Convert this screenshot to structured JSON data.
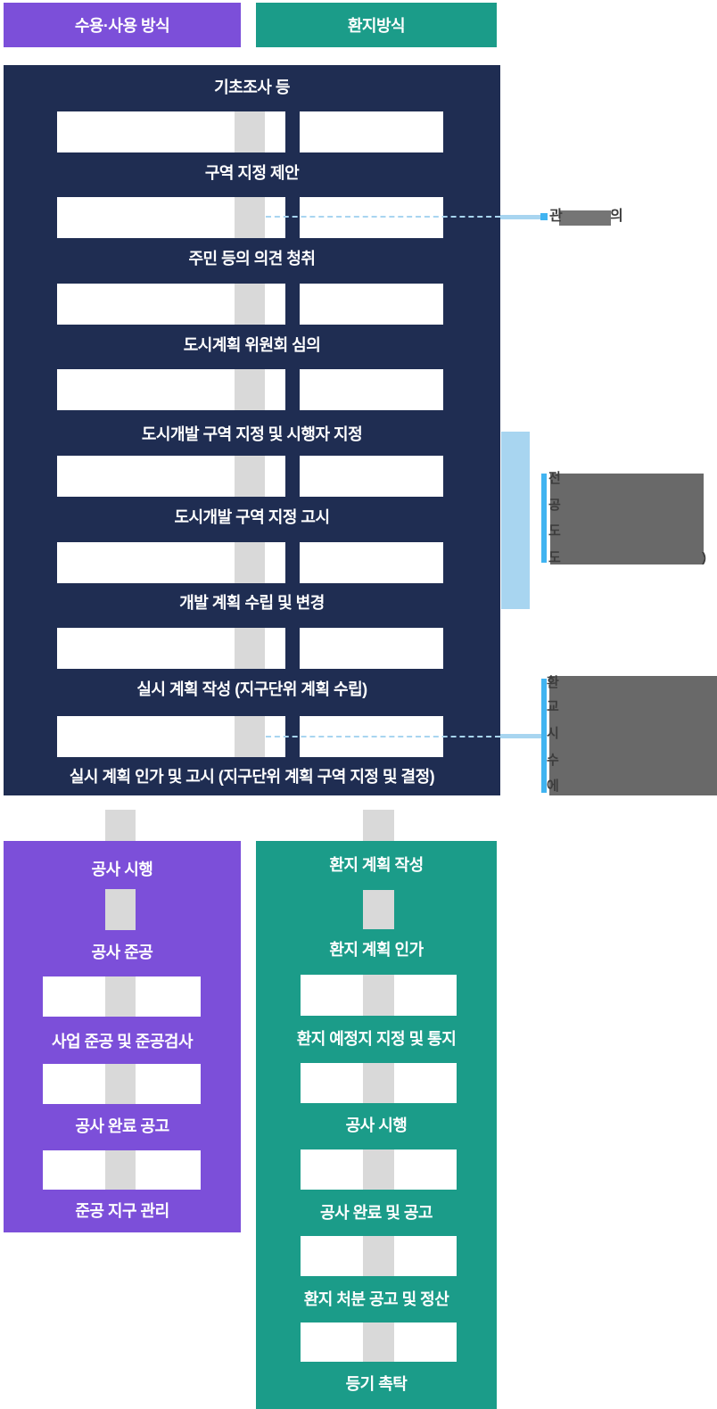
{
  "palette": {
    "navy": "#1f2d52",
    "purple": "#7c4fd9",
    "teal": "#1b9c89",
    "connector_gray": "#d9d9d9",
    "pale_blue": "#a8d5f0",
    "accent_blue": "#41b4f1",
    "redaction_gray": "#696969"
  },
  "headers": {
    "left": "수용·사용 방식",
    "right": "환지방식"
  },
  "common_flow": {
    "steps": [
      "기초조사 등",
      "구역 지정 제안",
      "주민 등의 의견 청취",
      "도시계획 위원회 심의",
      "도시개발 구역 지정 및 시행자 지정",
      "도시개발 구역 지정 고시",
      "개발 계획 수립 및 변경",
      "실시 계획 작성 (지구단위 계획 수립)",
      "실시 계획 인가 및 고시 (지구단위 계획 구역 지정 및 결정)"
    ]
  },
  "left_flow": {
    "steps": [
      "공사 시행",
      "공사 준공",
      "사업 준공 및 준공검사",
      "공사 완료 공고",
      "준공 지구 관리"
    ]
  },
  "right_flow": {
    "steps": [
      "환지 계획 작성",
      "환지 계획 인가",
      "환지 예정지 지정 및 통지",
      "공사 시행",
      "공사 완료 및 공고",
      "환지 처분 공고 및 정산",
      "등기 촉탁"
    ]
  },
  "annotations": {
    "consult": {
      "prefix": "관",
      "suffix": "의"
    },
    "district_notes": {
      "lines": [
        "전",
        "공",
        "도",
        "도"
      ],
      "tail": ")"
    },
    "plan_notes": {
      "lines": [
        "환",
        "교",
        "시",
        "수",
        "에"
      ]
    }
  }
}
